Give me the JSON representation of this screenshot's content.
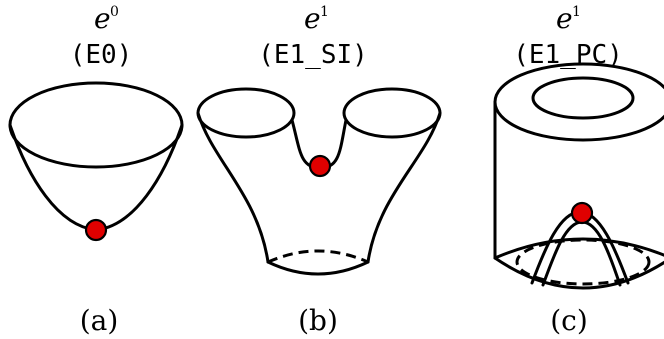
{
  "panels": [
    {
      "id": "a",
      "label_base": "e",
      "label_exp": "0",
      "code": "(E0)",
      "caption": "(a)"
    },
    {
      "id": "b",
      "label_base": "e",
      "label_exp": "1",
      "code": "(E1_SI)",
      "caption": "(b)"
    },
    {
      "id": "c",
      "label_base": "e",
      "label_exp": "1",
      "code": "(E1_PC)",
      "caption": "(c)"
    }
  ],
  "colors": {
    "marker": "#e00000",
    "outline": "#000000"
  }
}
